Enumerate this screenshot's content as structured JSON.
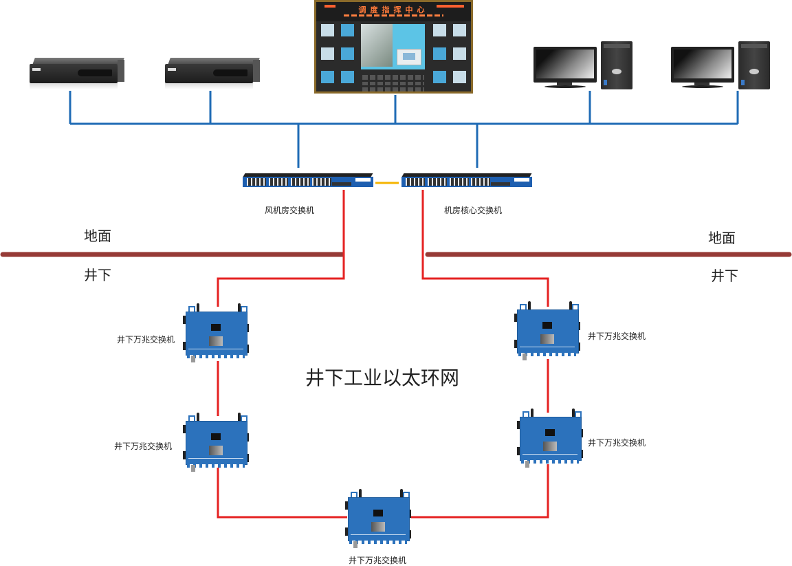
{
  "diagram": {
    "title": "井下工业以太环网",
    "zones": {
      "above_ground": "地面",
      "underground": "井下"
    },
    "colors": {
      "lan_bus": "#1f6bb5",
      "ring_link": "#e52222",
      "ground_line": "#963a36",
      "uplink": "#f4b400",
      "device_blue": "#2c72bc"
    },
    "top_devices": [
      {
        "id": "nvr-1",
        "type": "nvr",
        "icon": "nvr-recorder-icon"
      },
      {
        "id": "nvr-2",
        "type": "nvr",
        "icon": "nvr-recorder-icon"
      },
      {
        "id": "video-wall",
        "type": "video_wall",
        "icon": "dispatch-video-wall-icon",
        "header_text": "调度指挥中心"
      },
      {
        "id": "pc-1",
        "type": "workstation",
        "icon": "desktop-computer-icon"
      },
      {
        "id": "pc-2",
        "type": "workstation",
        "icon": "desktop-computer-icon"
      }
    ],
    "core_switches": [
      {
        "id": "fan-room-switch",
        "label": "风机房交换机"
      },
      {
        "id": "core-switch",
        "label": "机房核心交换机"
      }
    ],
    "ring_switches": [
      {
        "id": "ring-sw-1",
        "label": "井下万兆交换机"
      },
      {
        "id": "ring-sw-2",
        "label": "井下万兆交换机"
      },
      {
        "id": "ring-sw-3",
        "label": "井下万兆交换机"
      },
      {
        "id": "ring-sw-4",
        "label": "井下万兆交换机"
      },
      {
        "id": "ring-sw-5",
        "label": "井下万兆交换机"
      }
    ]
  }
}
